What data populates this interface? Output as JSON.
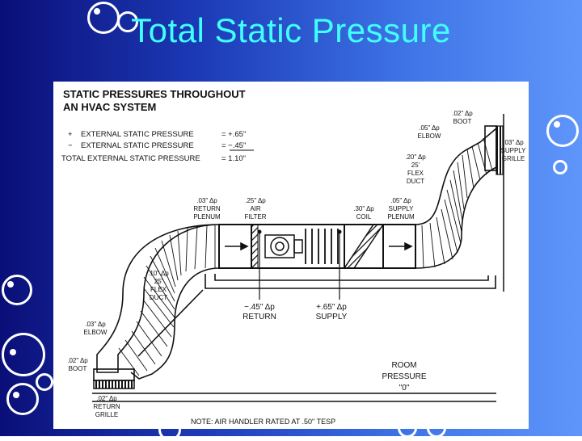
{
  "slide": {
    "title": "Total Static Pressure",
    "background": [
      "#0a0f78",
      "#5f96fb"
    ],
    "title_color": "#40ffff"
  },
  "diagram": {
    "heading": [
      "STATIC PRESSURES THROUGHOUT",
      "AN HVAC SYSTEM"
    ],
    "summary": [
      {
        "sign": "+",
        "label": "EXTERNAL STATIC PRESSURE",
        "value": "= +.65\""
      },
      {
        "sign": "−",
        "label": "EXTERNAL STATIC PRESSURE",
        "value": "= −.45\""
      },
      {
        "sign": "",
        "label": "TOTAL EXTERNAL STATIC PRESSURE",
        "value": "= 1.10\""
      }
    ],
    "callouts": {
      "return_plenum": [
        ".03\" Δp",
        "RETURN",
        "PLENUM"
      ],
      "air_filter": [
        ".25\" Δp",
        "AIR",
        "FILTER"
      ],
      "coil": [
        ".30\" Δp",
        "COIL"
      ],
      "supply_plenum": [
        ".05\" Δp",
        "SUPPLY",
        "PLENUM"
      ],
      "supply_boot": [
        ".02\" Δp",
        "BOOT"
      ],
      "supply_elbow": [
        ".05\" Δp",
        "ELBOW"
      ],
      "supply_grille": [
        ".03\" Δp",
        "SUPPLY",
        "GRILLE"
      ],
      "supply_flex": [
        ".20\" Δp",
        "25'",
        "FLEX",
        "DUCT"
      ],
      "return_flex": [
        ".10\" Δp",
        "25'",
        "FLEX",
        "DUCT"
      ],
      "return_elbow": [
        ".03\" Δp",
        "ELBOW"
      ],
      "return_boot": [
        ".02\" Δp",
        "BOOT"
      ],
      "return_grille": [
        ".02\" Δp",
        "RETURN",
        "GRILLE"
      ]
    },
    "gauges": {
      "return": [
        "−.45\" Δp",
        "RETURN"
      ],
      "supply": [
        "+.65\" Δp",
        "SUPPLY"
      ]
    },
    "room": [
      "ROOM",
      "PRESSURE",
      "\"0\""
    ],
    "note": "NOTE: AIR HANDLER RATED AT .50\" TESP"
  }
}
